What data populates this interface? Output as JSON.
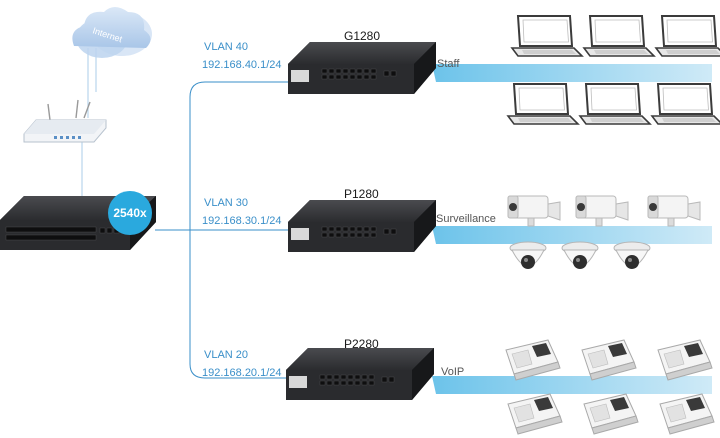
{
  "internet": {
    "label": "Internet"
  },
  "core_switch": {
    "badge": "2540x"
  },
  "vlans": [
    {
      "vlan": "VLAN 40",
      "subnet": "192.168.40.1/24",
      "switch": "G1280",
      "segment": "Staff"
    },
    {
      "vlan": "VLAN 30",
      "subnet": "192.168.30.1/24",
      "switch": "P1280",
      "segment": "Surveillance"
    },
    {
      "vlan": "VLAN 20",
      "subnet": "192.168.20.1/24",
      "switch": "P2280",
      "segment": "VoIP"
    }
  ],
  "colors": {
    "link_line": "#3a8fc9",
    "segment_beam": "#9fd6ee",
    "switch_body": "#2f3033",
    "badge": "#2aa9de",
    "cloud": "#c7ddf2"
  }
}
